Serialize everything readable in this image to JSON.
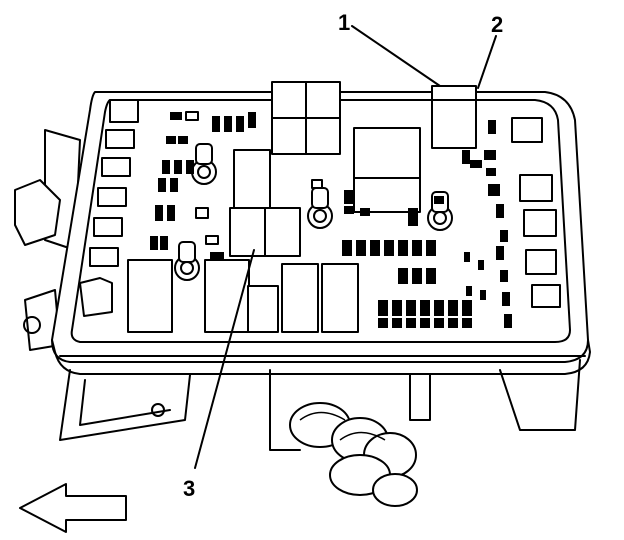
{
  "figure": {
    "callouts": [
      {
        "id": "1",
        "label": "1"
      },
      {
        "id": "2",
        "label": "2"
      },
      {
        "id": "3",
        "label": "3"
      }
    ],
    "colors": {
      "line": "#000000",
      "background": "#ffffff"
    },
    "icons": [
      "direction-arrow-left-icon"
    ]
  }
}
